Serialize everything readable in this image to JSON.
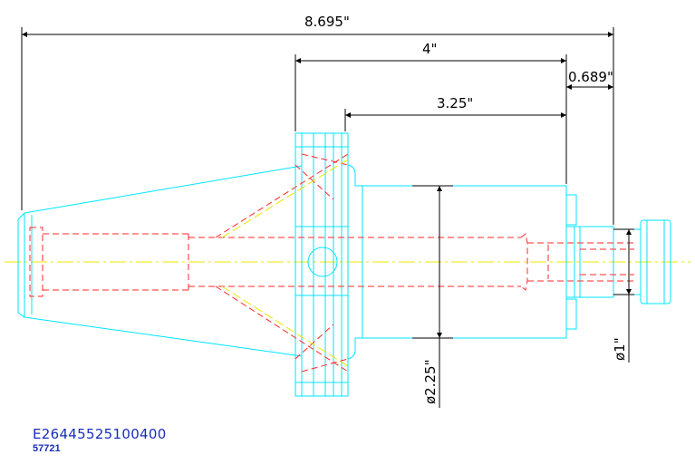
{
  "dimensions": {
    "overall_length": "8.695\"",
    "flange_to_end": "4\"",
    "body_length": "3.25\"",
    "end_offset": "0.689\"",
    "body_diameter": "ø2.25\"",
    "tip_diameter": "ø1\""
  },
  "part_code": "E26445525100400",
  "part_number": "57721",
  "colors": {
    "outline": "#00e5ff",
    "hidden": "#ff2a2a",
    "centerline": "#e8e800",
    "dimension": "#000000",
    "code_text": "#1a2eb8"
  }
}
